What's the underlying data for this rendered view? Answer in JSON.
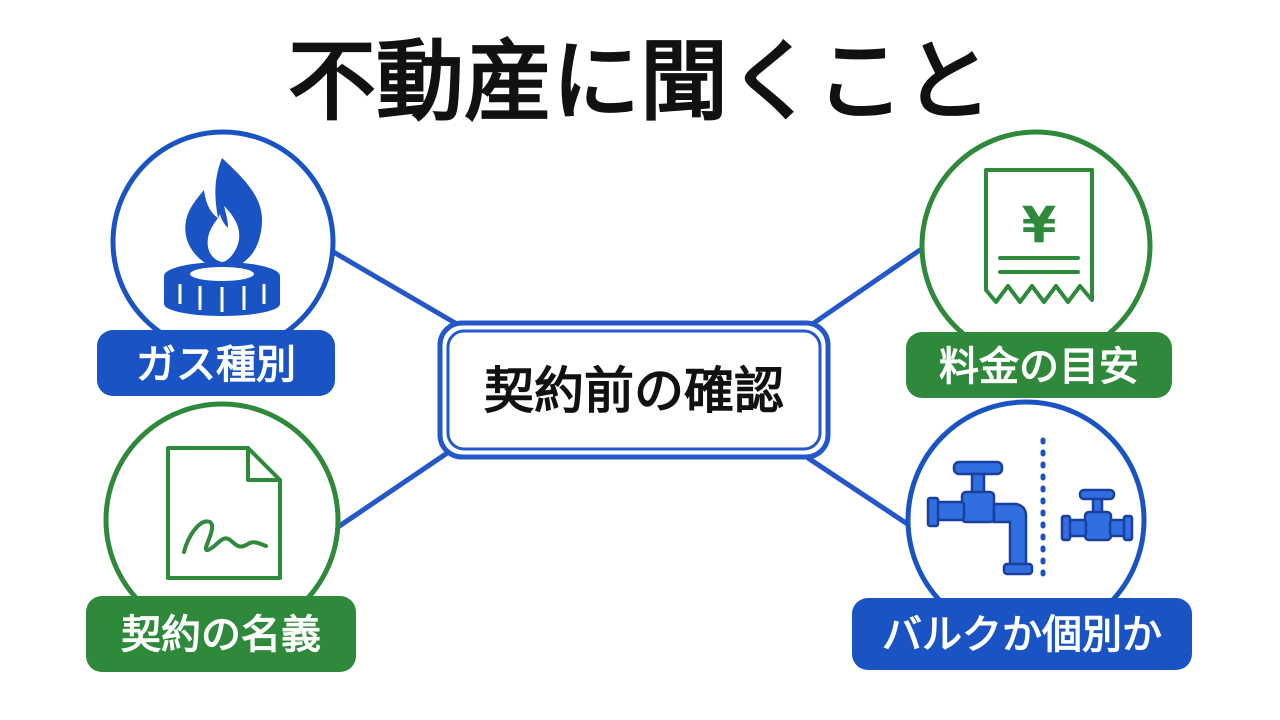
{
  "title": "不動産に聞くこと",
  "center": {
    "label": "契約前の確認"
  },
  "nodes": {
    "gas_type": {
      "label": "ガス種別",
      "icon": "gas-burner-flame-icon"
    },
    "contract_name": {
      "label": "契約の名義",
      "icon": "signed-document-icon"
    },
    "fee_estimate": {
      "label": "料金の目安",
      "icon": "yen-receipt-icon",
      "receipt_symbol": "¥"
    },
    "bulk_or_individual": {
      "label": "バルクか個別か",
      "icon": "gas-valve-comparison-icon"
    }
  },
  "colors": {
    "blue": "#1a53c4",
    "green": "#2e8a3a",
    "line_blue": "#2457c9",
    "text": "#111111"
  }
}
